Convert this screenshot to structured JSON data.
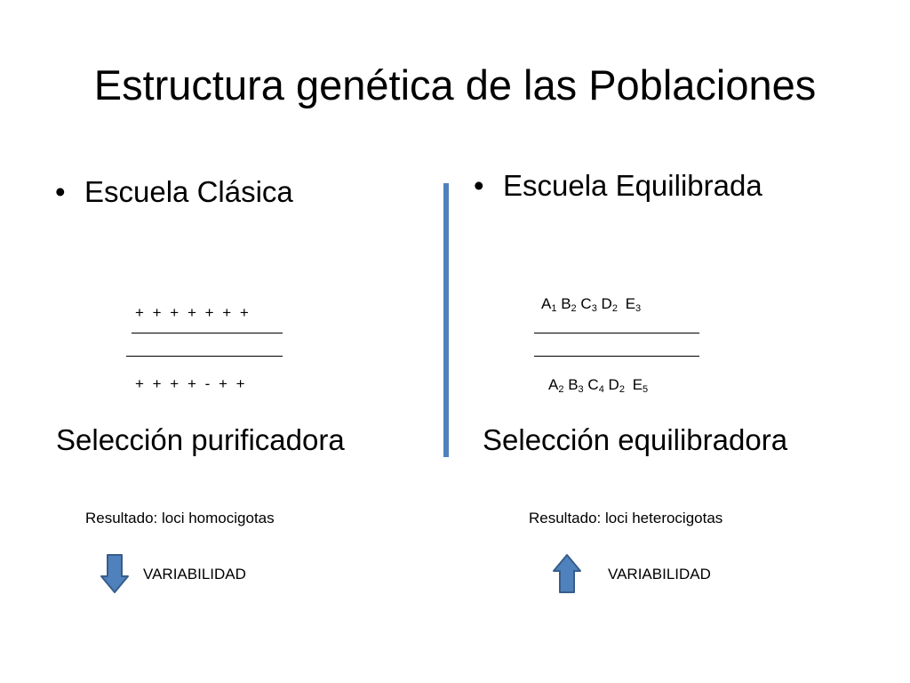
{
  "title": "Estructura genética de las Poblaciones",
  "left": {
    "bullet": "•",
    "heading": "Escuela Clásica",
    "top_row": "+ + + + + + +",
    "bottom_row": "+ + + + - + +",
    "selection": "Selección purificadora",
    "result": "Resultado: loci homocigotas",
    "variability": "VARIABILIDAD",
    "arrow_icon": "arrow-down-icon"
  },
  "right": {
    "bullet": "•",
    "heading": "Escuela Equilibrada",
    "top_genes": [
      {
        "letter": "A",
        "sub": "1"
      },
      {
        "letter": "B",
        "sub": "2"
      },
      {
        "letter": "C",
        "sub": "3"
      },
      {
        "letter": "D",
        "sub": "2"
      },
      {
        "letter": "E",
        "sub": "3"
      }
    ],
    "bottom_genes": [
      {
        "letter": "A",
        "sub": "2"
      },
      {
        "letter": "B",
        "sub": "3"
      },
      {
        "letter": "C",
        "sub": "4"
      },
      {
        "letter": "D",
        "sub": "2"
      },
      {
        "letter": "E",
        "sub": "5"
      }
    ],
    "selection": "Selección equilibradora",
    "result": "Resultado: loci heterocigotas",
    "variability": "VARIABILIDAD",
    "arrow_icon": "arrow-up-icon"
  },
  "colors": {
    "divider": "#4f81bd",
    "arrow_fill": "#4f81bd",
    "arrow_stroke": "#385d8a"
  }
}
